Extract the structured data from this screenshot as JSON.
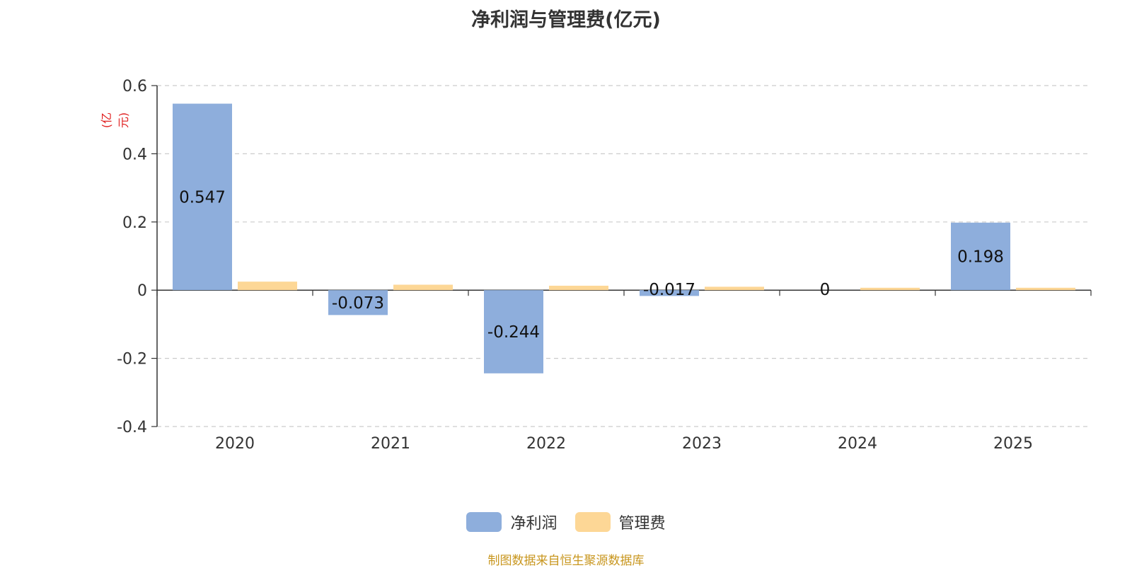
{
  "chart_data": {
    "type": "bar",
    "title": "净利润与管理费(亿元)",
    "unit_label": "(亿元)",
    "categories": [
      "2020",
      "2021",
      "2022",
      "2023",
      "2024",
      "2025"
    ],
    "series": [
      {
        "name": "净利润",
        "color": "#8eaedc",
        "values": [
          0.547,
          -0.073,
          -0.244,
          -0.017,
          0,
          0.198
        ],
        "labels": [
          "0.547",
          "-0.073",
          "-0.244",
          "-0.017",
          "0",
          "0.198"
        ]
      },
      {
        "name": "管理费",
        "color": "#fdd796",
        "values": [
          0.025,
          0.016,
          0.013,
          0.01,
          0.007,
          0.007
        ]
      }
    ],
    "ylim": [
      -0.4,
      0.6
    ],
    "yticks": [
      0.6,
      0.4,
      0.2,
      0,
      -0.2,
      -0.4
    ],
    "ytick_labels": [
      "0.6",
      "0.4",
      "0.2",
      "0",
      "-0.2",
      "-0.4"
    ],
    "grid": true,
    "legend_position": "bottom-center"
  },
  "source": "制图数据来自恒生聚源数据库"
}
